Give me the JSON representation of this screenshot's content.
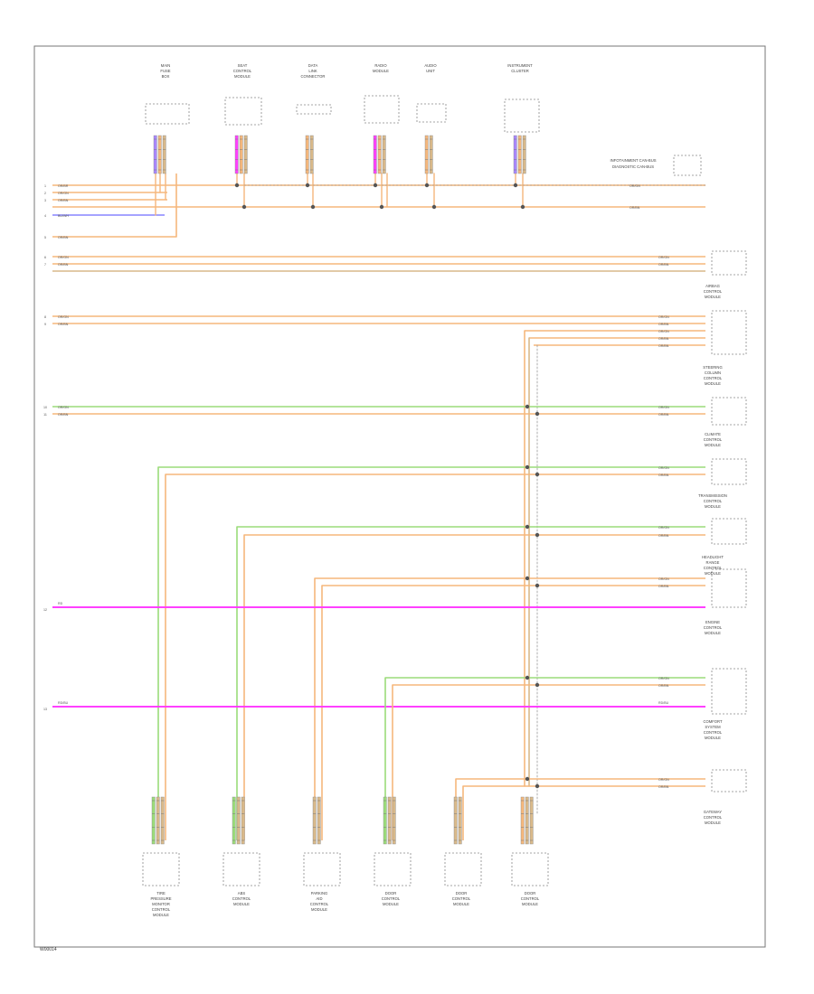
{
  "diagram_code": "W00014",
  "colors": {
    "orange": "#f5b77c",
    "tan": "#d9b98a",
    "green": "#9bdc7a",
    "pink": "#ff40ff",
    "blue": "#6f6cff",
    "violet": "#a987ff",
    "frame": "#777777"
  },
  "top_modules": [
    {
      "id": "m1",
      "label": "MAIN FUSE BOX"
    },
    {
      "id": "m2",
      "label": "SEAT CONTROL MODULE"
    },
    {
      "id": "m3",
      "label": "DATA LINK CONNECTOR"
    },
    {
      "id": "m4",
      "label": "RADIO MODULE"
    },
    {
      "id": "m5",
      "label": "AUDIO UNIT"
    },
    {
      "id": "m6",
      "label": "INSTRUMENT CLUSTER"
    }
  ],
  "bottom_modules": [
    {
      "id": "b1",
      "label": "TIRE PRESSURE MONITOR CONTROL MODULE"
    },
    {
      "id": "b2",
      "label": "ABS CONTROL MODULE"
    },
    {
      "id": "b3",
      "label": "PARKING AID CONTROL MODULE"
    },
    {
      "id": "b4",
      "label": "DOOR CONTROL MODULE"
    },
    {
      "id": "b5",
      "label": "DOOR CONTROL MODULE"
    },
    {
      "id": "b6",
      "label": "DOOR CONTROL MODULE"
    }
  ],
  "right_modules": [
    {
      "id": "r1",
      "label": "AIRBAG CONTROL MODULE"
    },
    {
      "id": "r2",
      "label": "STEERING COLUMN CONTROL MODULE"
    },
    {
      "id": "r3",
      "label": "CLIMATE CONTROL MODULE"
    },
    {
      "id": "r4",
      "label": "TRANSMISSION CONTROL MODULE"
    },
    {
      "id": "r5",
      "label": "HEADLIGHT RANGE CONTROL MODULE"
    },
    {
      "id": "r6",
      "label": "ENGINE CONTROL MODULE"
    },
    {
      "id": "r7",
      "label": "COMFORT SYSTEM CONTROL MODULE"
    },
    {
      "id": "r8",
      "label": "GATEWAY CONTROL MODULE"
    }
  ]
}
